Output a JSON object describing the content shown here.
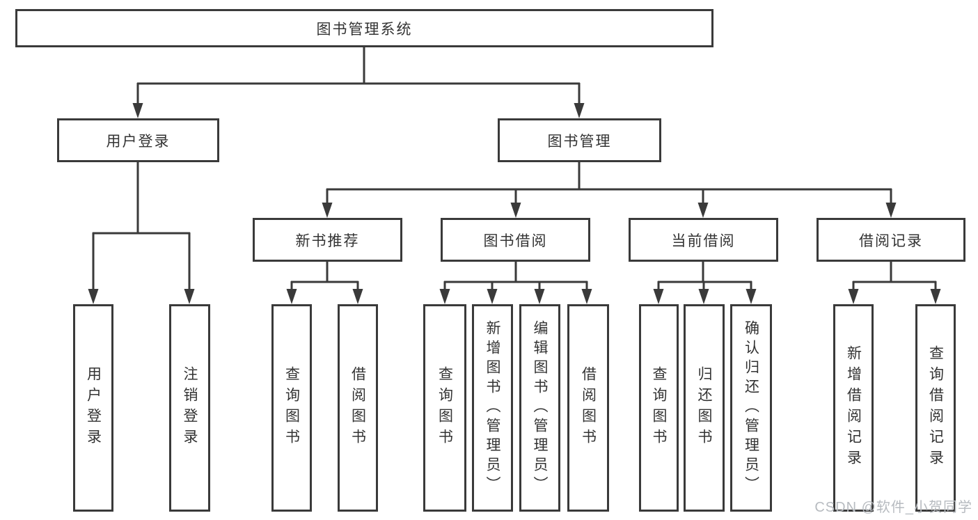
{
  "colors": {
    "line": "#3a3a3a",
    "text": "#333333",
    "background": "#ffffff",
    "watermark": "#b7bbc0"
  },
  "watermark": {
    "text": "CSDN @软件_小贺同学"
  },
  "tree": {
    "label": "图书管理系统",
    "children": [
      {
        "label": "用户登录",
        "children": [
          {
            "label": "用户登录"
          },
          {
            "label": "注销登录"
          }
        ]
      },
      {
        "label": "图书管理",
        "children": [
          {
            "label": "新书推荐",
            "children": [
              {
                "label": "查询图书"
              },
              {
                "label": "借阅图书"
              }
            ]
          },
          {
            "label": "图书借阅",
            "children": [
              {
                "label": "查询图书"
              },
              {
                "label": "新增图书（管理员）"
              },
              {
                "label": "编辑图书（管理员）"
              },
              {
                "label": "借阅图书"
              }
            ]
          },
          {
            "label": "当前借阅",
            "children": [
              {
                "label": "查询图书"
              },
              {
                "label": "归还图书"
              },
              {
                "label": "确认归还（管理员）"
              }
            ]
          },
          {
            "label": "借阅记录",
            "children": [
              {
                "label": "新增借阅记录"
              },
              {
                "label": "查询借阅记录"
              }
            ]
          }
        ]
      }
    ]
  }
}
